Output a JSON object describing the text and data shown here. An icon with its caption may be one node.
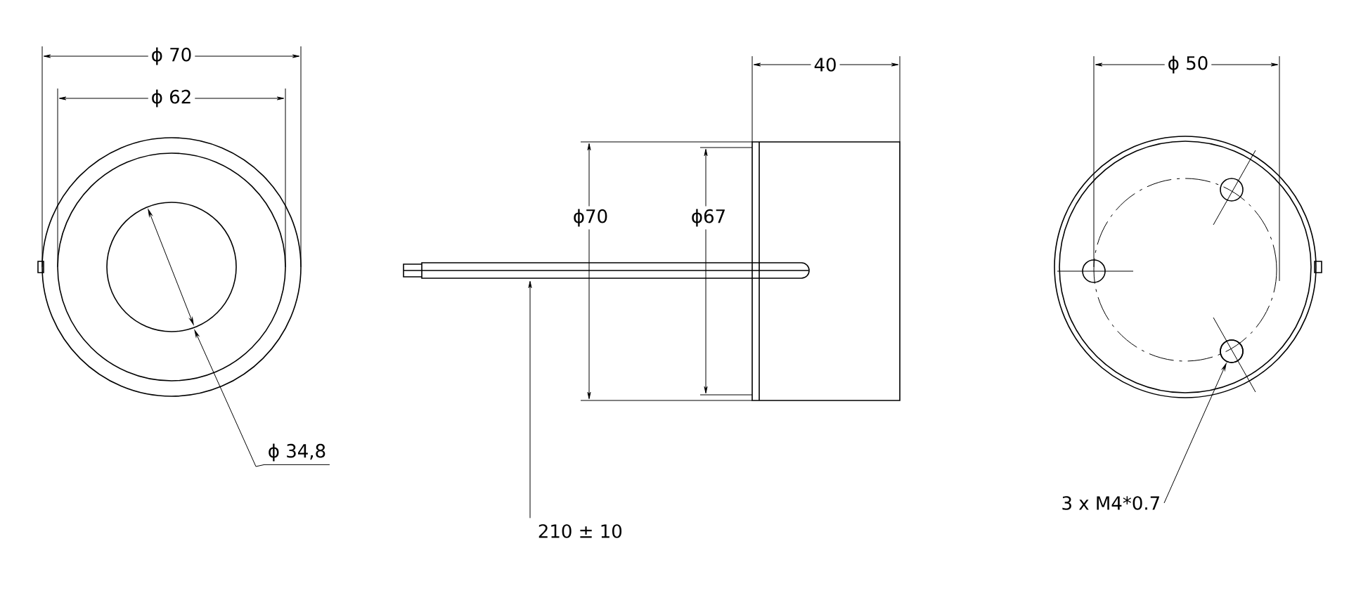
{
  "diagram": {
    "nodes": [
      {
        "text": [
          "ϕ 34,8"
        ]
      },
      {
        "text": [
          "210 ± 10"
        ]
      },
      {
        "text": [
          "3 x M4*0.7"
        ]
      },
      {
        "text": [],
        "shape": "circle"
      }
    ],
    "edges": [
      {
        "from": 0,
        "to": null,
        "arrow": "to"
      },
      {
        "from": 1,
        "to": null,
        "arrow": "to"
      },
      {
        "from": 2,
        "to": 3,
        "arrow": "to"
      }
    ],
    "labels": [
      "ϕ 70",
      "ϕ 62",
      "40",
      "ϕ70",
      "ϕ67",
      "ϕ 50"
    ]
  }
}
